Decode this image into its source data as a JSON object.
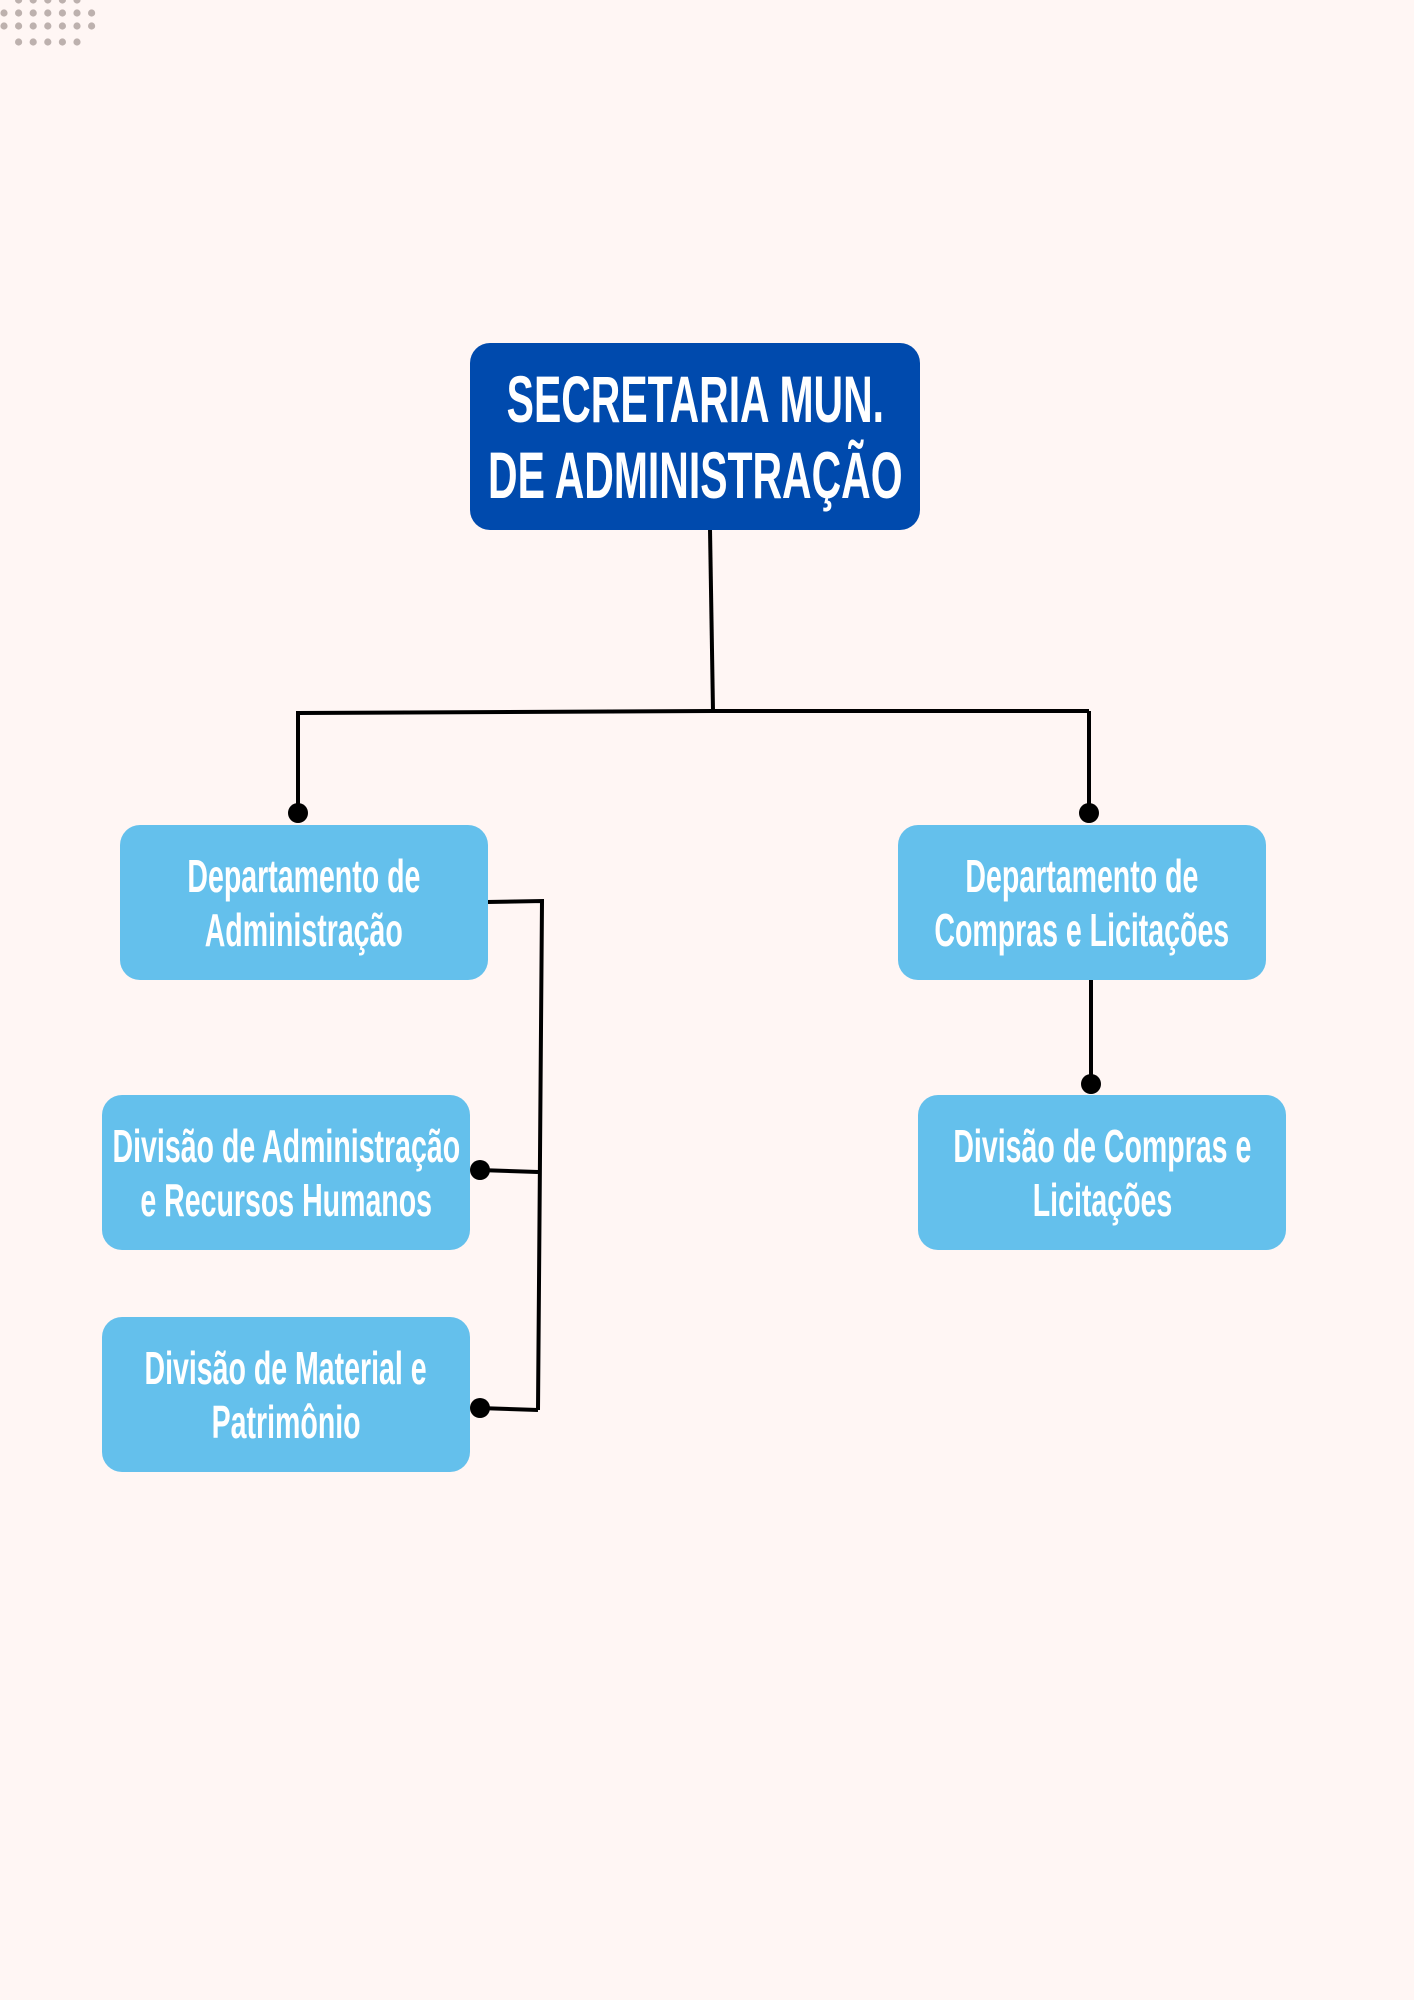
{
  "colors": {
    "background": "#fff6f4",
    "root": "#004aad",
    "node": "#64c0ec",
    "line": "#000000",
    "dots": "#bdb1ae"
  },
  "root": {
    "lines": [
      "SECRETARIA MUN.",
      "DE ADMINISTRAÇÃO"
    ]
  },
  "nodes": {
    "dept_adm": {
      "lines": [
        "Departamento de",
        "Administração"
      ]
    },
    "dept_compras": {
      "lines": [
        "Departamento de",
        "Compras e Licitações"
      ]
    },
    "div_adm_rh": {
      "lines": [
        "Divisão de Administração",
        "e Recursos Humanos"
      ]
    },
    "div_material": {
      "lines": [
        "Divisão de Material e",
        "Patrimônio"
      ]
    },
    "div_compras": {
      "lines": [
        "Divisão de Compras e",
        "Licitações"
      ]
    }
  }
}
